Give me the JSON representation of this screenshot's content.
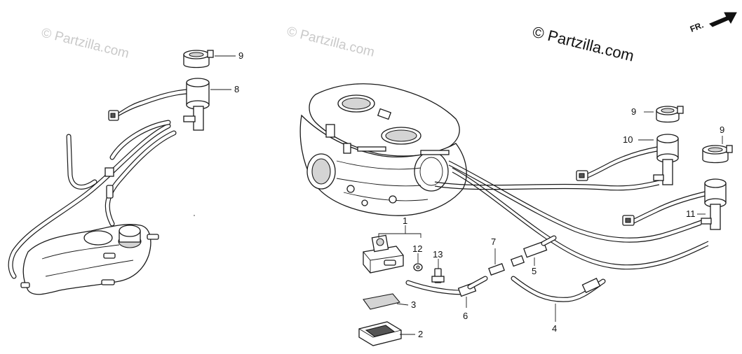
{
  "watermarks": {
    "copyright_main": "© Partzilla.com",
    "ghost_left": "© Partzilla.com",
    "ghost_center": "© Partzilla.com"
  },
  "direction_indicator": {
    "label": "FR."
  },
  "callouts": {
    "c1": "1",
    "c2": "2",
    "c3": "3",
    "c4": "4",
    "c5": "5",
    "c6": "6",
    "c7": "7",
    "c8": "8",
    "c9a": "9",
    "c9b": "9",
    "c9c": "9",
    "c10": "10",
    "c11": "11",
    "c12": "12",
    "c13": "13"
  }
}
